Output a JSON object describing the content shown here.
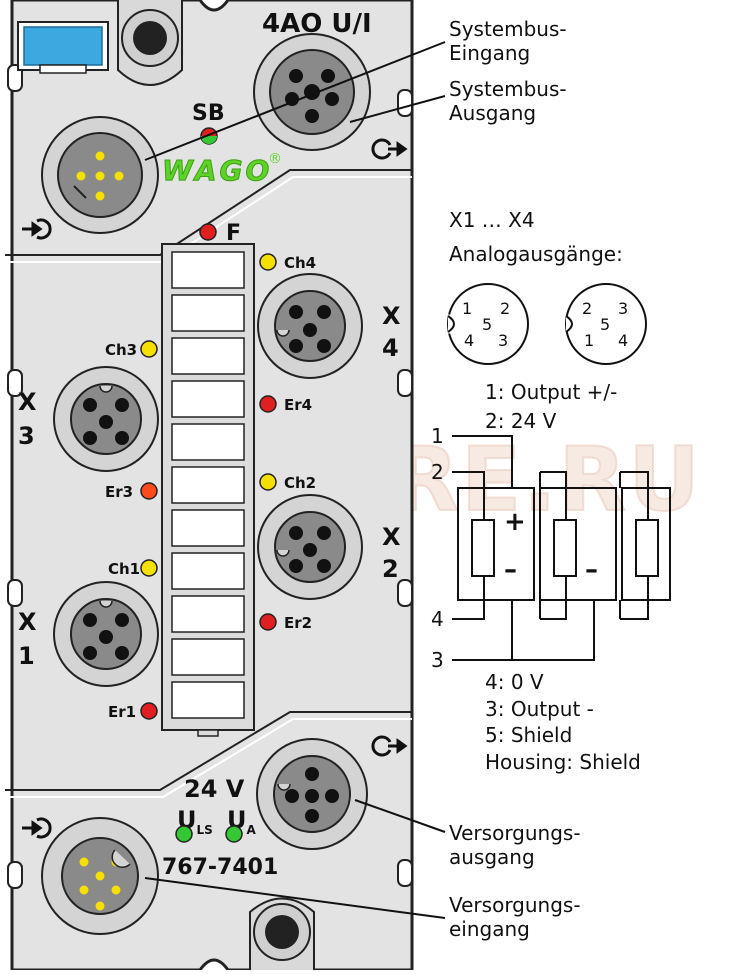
{
  "module": {
    "model_title": "4AO U/I",
    "part_number": "767-7401",
    "brand": "WAGO",
    "registered_mark": "®",
    "sb_label": "SB",
    "fault_label": "F",
    "voltage_label": "24 V",
    "uls_main": "U",
    "uls_sub": "LS",
    "ua_main": "U",
    "ua_sub": "A",
    "channel_leds": [
      "Ch4",
      "Ch3",
      "Ch2",
      "Ch1"
    ],
    "error_leds": [
      "Er4",
      "Er3",
      "Er2",
      "Er1"
    ],
    "ports": [
      {
        "letter": "X",
        "num": "4"
      },
      {
        "letter": "X",
        "num": "3"
      },
      {
        "letter": "X",
        "num": "2"
      },
      {
        "letter": "X",
        "num": "1"
      }
    ]
  },
  "callouts": {
    "systembus_in": [
      "Systembus-",
      "Eingang"
    ],
    "systembus_out": [
      "Systembus-",
      "Ausgang"
    ],
    "supply_out": [
      "Versorgungs-",
      "ausgang"
    ],
    "supply_in": [
      "Versorgungs-",
      "eingang"
    ]
  },
  "pinout": {
    "heading": "X1 … X4",
    "subheading": "Analogausgänge:",
    "left_pins": [
      "1",
      "2",
      "5",
      "4",
      "3"
    ],
    "right_pins": [
      "2",
      "3",
      "5",
      "1",
      "4"
    ],
    "legend_top": [
      "1: Output +/-",
      "2: 24 V"
    ],
    "legend_bottom": [
      "4: 0 V",
      "3: Output -",
      "5: Shield",
      "Housing: Shield"
    ],
    "wire_labels": [
      "1",
      "2",
      "4",
      "3"
    ],
    "plus": "+",
    "minus": "–"
  },
  "watermark": "ZIPSTORE.RU"
}
